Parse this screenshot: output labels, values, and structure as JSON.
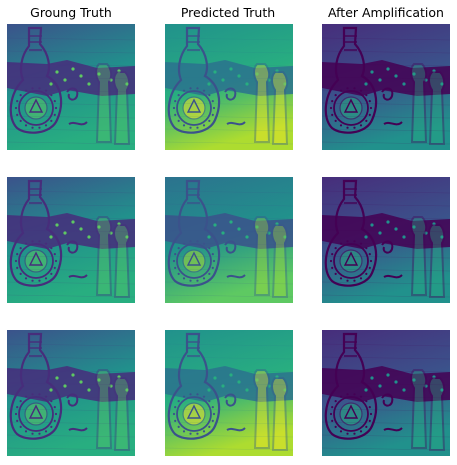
{
  "figure": {
    "column_titles": [
      "Groung Truth",
      "Predicted Truth",
      "After Amplification"
    ],
    "rows": 3,
    "columns": 3,
    "colormap": "viridis",
    "palette": {
      "dark": "#440154",
      "deep_purple": "#472d7b",
      "blue": "#3b528b",
      "teal_blue": "#2c728e",
      "teal": "#21918c",
      "green": "#28ae80",
      "light_green": "#5ec962",
      "yellow_green": "#addc30",
      "yellow": "#fde725"
    },
    "panel_tones": [
      [
        "ground-truth",
        "predicted-bright",
        "amplified-dark"
      ],
      [
        "ground-truth",
        "predicted-mid",
        "amplified-dark"
      ],
      [
        "ground-truth",
        "predicted-bright",
        "amplified-dark"
      ]
    ]
  }
}
